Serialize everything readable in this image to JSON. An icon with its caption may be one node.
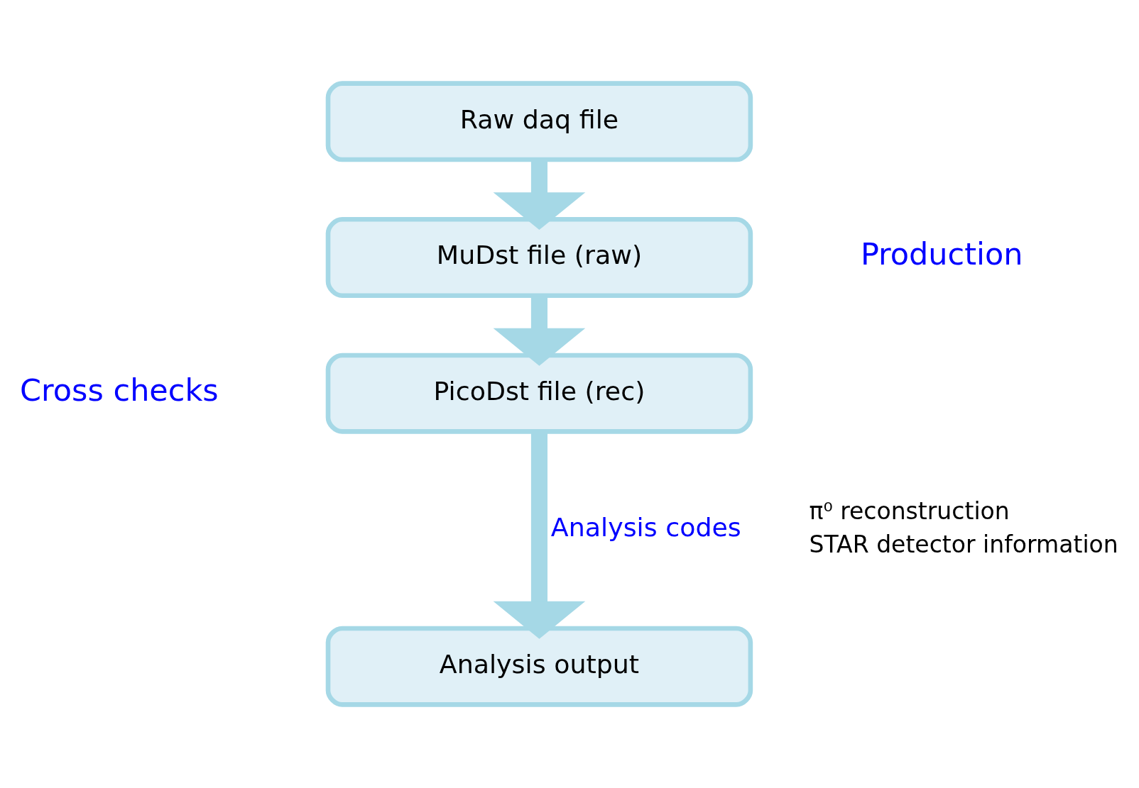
{
  "diagram": {
    "nodes": [
      {
        "text": [
          "Raw daq file"
        ]
      },
      {
        "text": [
          "MuDst file (raw)"
        ]
      },
      {
        "text": [
          "PicoDst file (rec)"
        ]
      },
      {
        "text": [
          "Analysis output"
        ]
      }
    ],
    "edges": [
      {
        "from": 0,
        "to": 1,
        "arrow": "to"
      },
      {
        "from": 1,
        "to": 2,
        "arrow": "to"
      },
      {
        "from": 2,
        "to": 3,
        "arrow": "to",
        "label": "Analysis codes"
      }
    ],
    "labels": [
      "Production",
      "Cross checks",
      "π⁰ reconstruction",
      "STAR detector information"
    ]
  }
}
